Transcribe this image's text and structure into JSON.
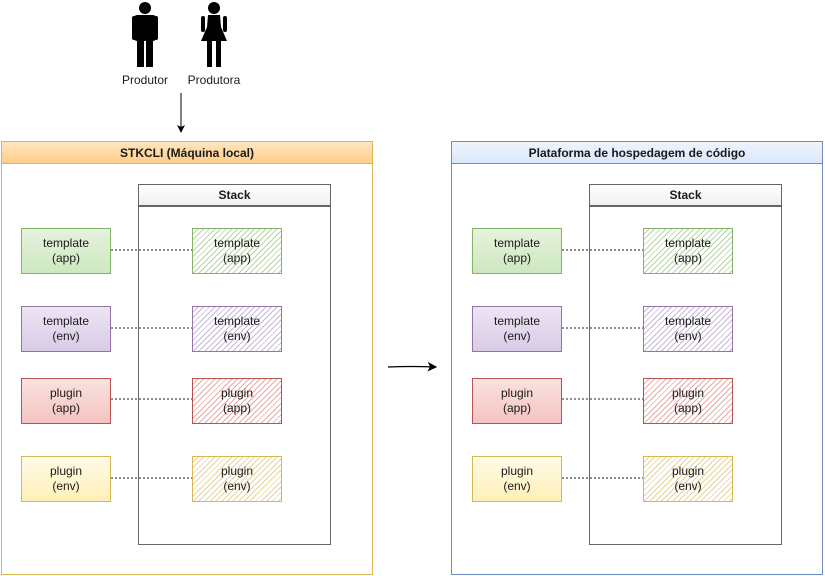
{
  "actors": [
    {
      "label": "Produtor"
    },
    {
      "label": "Produtora"
    }
  ],
  "left_container": {
    "title": "STKCLI (Máquina local)",
    "stack_title": "Stack"
  },
  "right_container": {
    "title": "Plataforma de hospedagem de código",
    "stack_title": "Stack"
  },
  "components": [
    {
      "line1": "template",
      "line2": "(app)",
      "color": "green"
    },
    {
      "line1": "template",
      "line2": "(env)",
      "color": "purple"
    },
    {
      "line1": "plugin",
      "line2": "(app)",
      "color": "red"
    },
    {
      "line1": "plugin",
      "line2": "(env)",
      "color": "yellow"
    }
  ],
  "colors": {
    "left_header_fill": "#ffcd88",
    "left_border": "#d6b656",
    "right_header_fill": "#dae8fc",
    "right_border": "#6c8ebf"
  }
}
